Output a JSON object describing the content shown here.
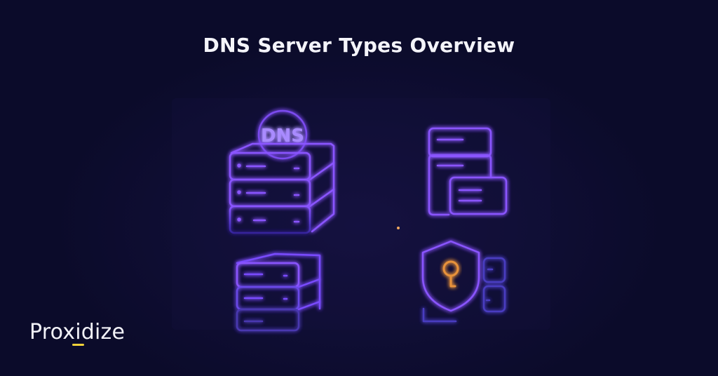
{
  "header": {
    "title": "DNS Server Types Overview"
  },
  "illustrations": [
    {
      "name": "dns-server-stack",
      "badge_text": "DNS"
    },
    {
      "name": "document-records"
    },
    {
      "name": "server-stack-small"
    },
    {
      "name": "security-shield-key"
    }
  ],
  "brand": {
    "logo_text": "Proxidize",
    "accent_color": "#f2d23a"
  },
  "colors": {
    "background": "#0b0b2a",
    "line_purple": "#7a4cff",
    "line_violet": "#9a5cff",
    "key_orange": "#e8923a"
  }
}
